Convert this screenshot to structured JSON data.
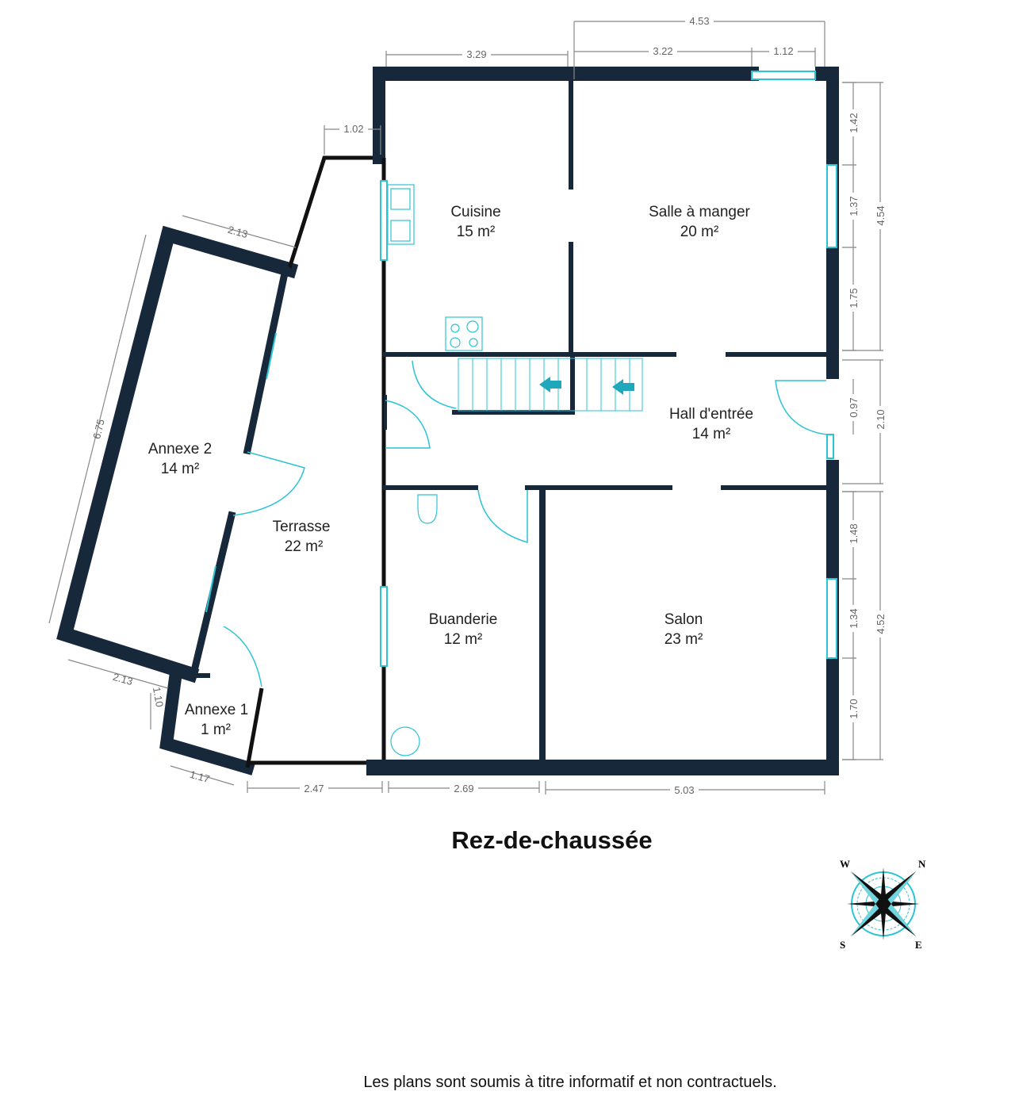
{
  "rooms": {
    "cuisine": {
      "name": "Cuisine",
      "area": "15 m²"
    },
    "salle": {
      "name": "Salle à manger",
      "area": "20 m²"
    },
    "hall": {
      "name": "Hall d'entrée",
      "area": "14 m²"
    },
    "annexe2": {
      "name": "Annexe 2",
      "area": "14 m²"
    },
    "terrasse": {
      "name": "Terrasse",
      "area": "22 m²"
    },
    "buanderie": {
      "name": "Buanderie",
      "area": "12 m²"
    },
    "salon": {
      "name": "Salon",
      "area": "23 m²"
    },
    "annexe1": {
      "name": "Annexe 1",
      "area": "1 m²"
    }
  },
  "dimensions": {
    "top_total": "4.53",
    "top_cuisine": "3.29",
    "top_salle": "3.22",
    "top_window": "1.12",
    "terrace_top": "1.02",
    "annexe2_top": "2.13",
    "annexe2_side": "6.75",
    "annexe2_bottom": "2.13",
    "annexe1_side": "1.10",
    "annexe1_bottom": "1.17",
    "bottom_terrace": "2.47",
    "bottom_buanderie": "2.69",
    "bottom_salon": "5.03",
    "right_1": "1.42",
    "right_2": "1.37",
    "right_3": "1.75",
    "right_hall": "0.97",
    "right_total_top": "4.54",
    "right_hall_total": "2.10",
    "right_4": "1.48",
    "right_5": "1.34",
    "right_6": "1.70",
    "right_total_bottom": "4.52"
  },
  "compass": {
    "n": "N",
    "s": "S",
    "e": "E",
    "w": "W"
  },
  "title": "Rez-de-chaussée",
  "disclaimer": "Les plans sont soumis à titre informatif et non contractuels.",
  "colors": {
    "wall": "#17283a",
    "accent": "#2bc4d4"
  }
}
